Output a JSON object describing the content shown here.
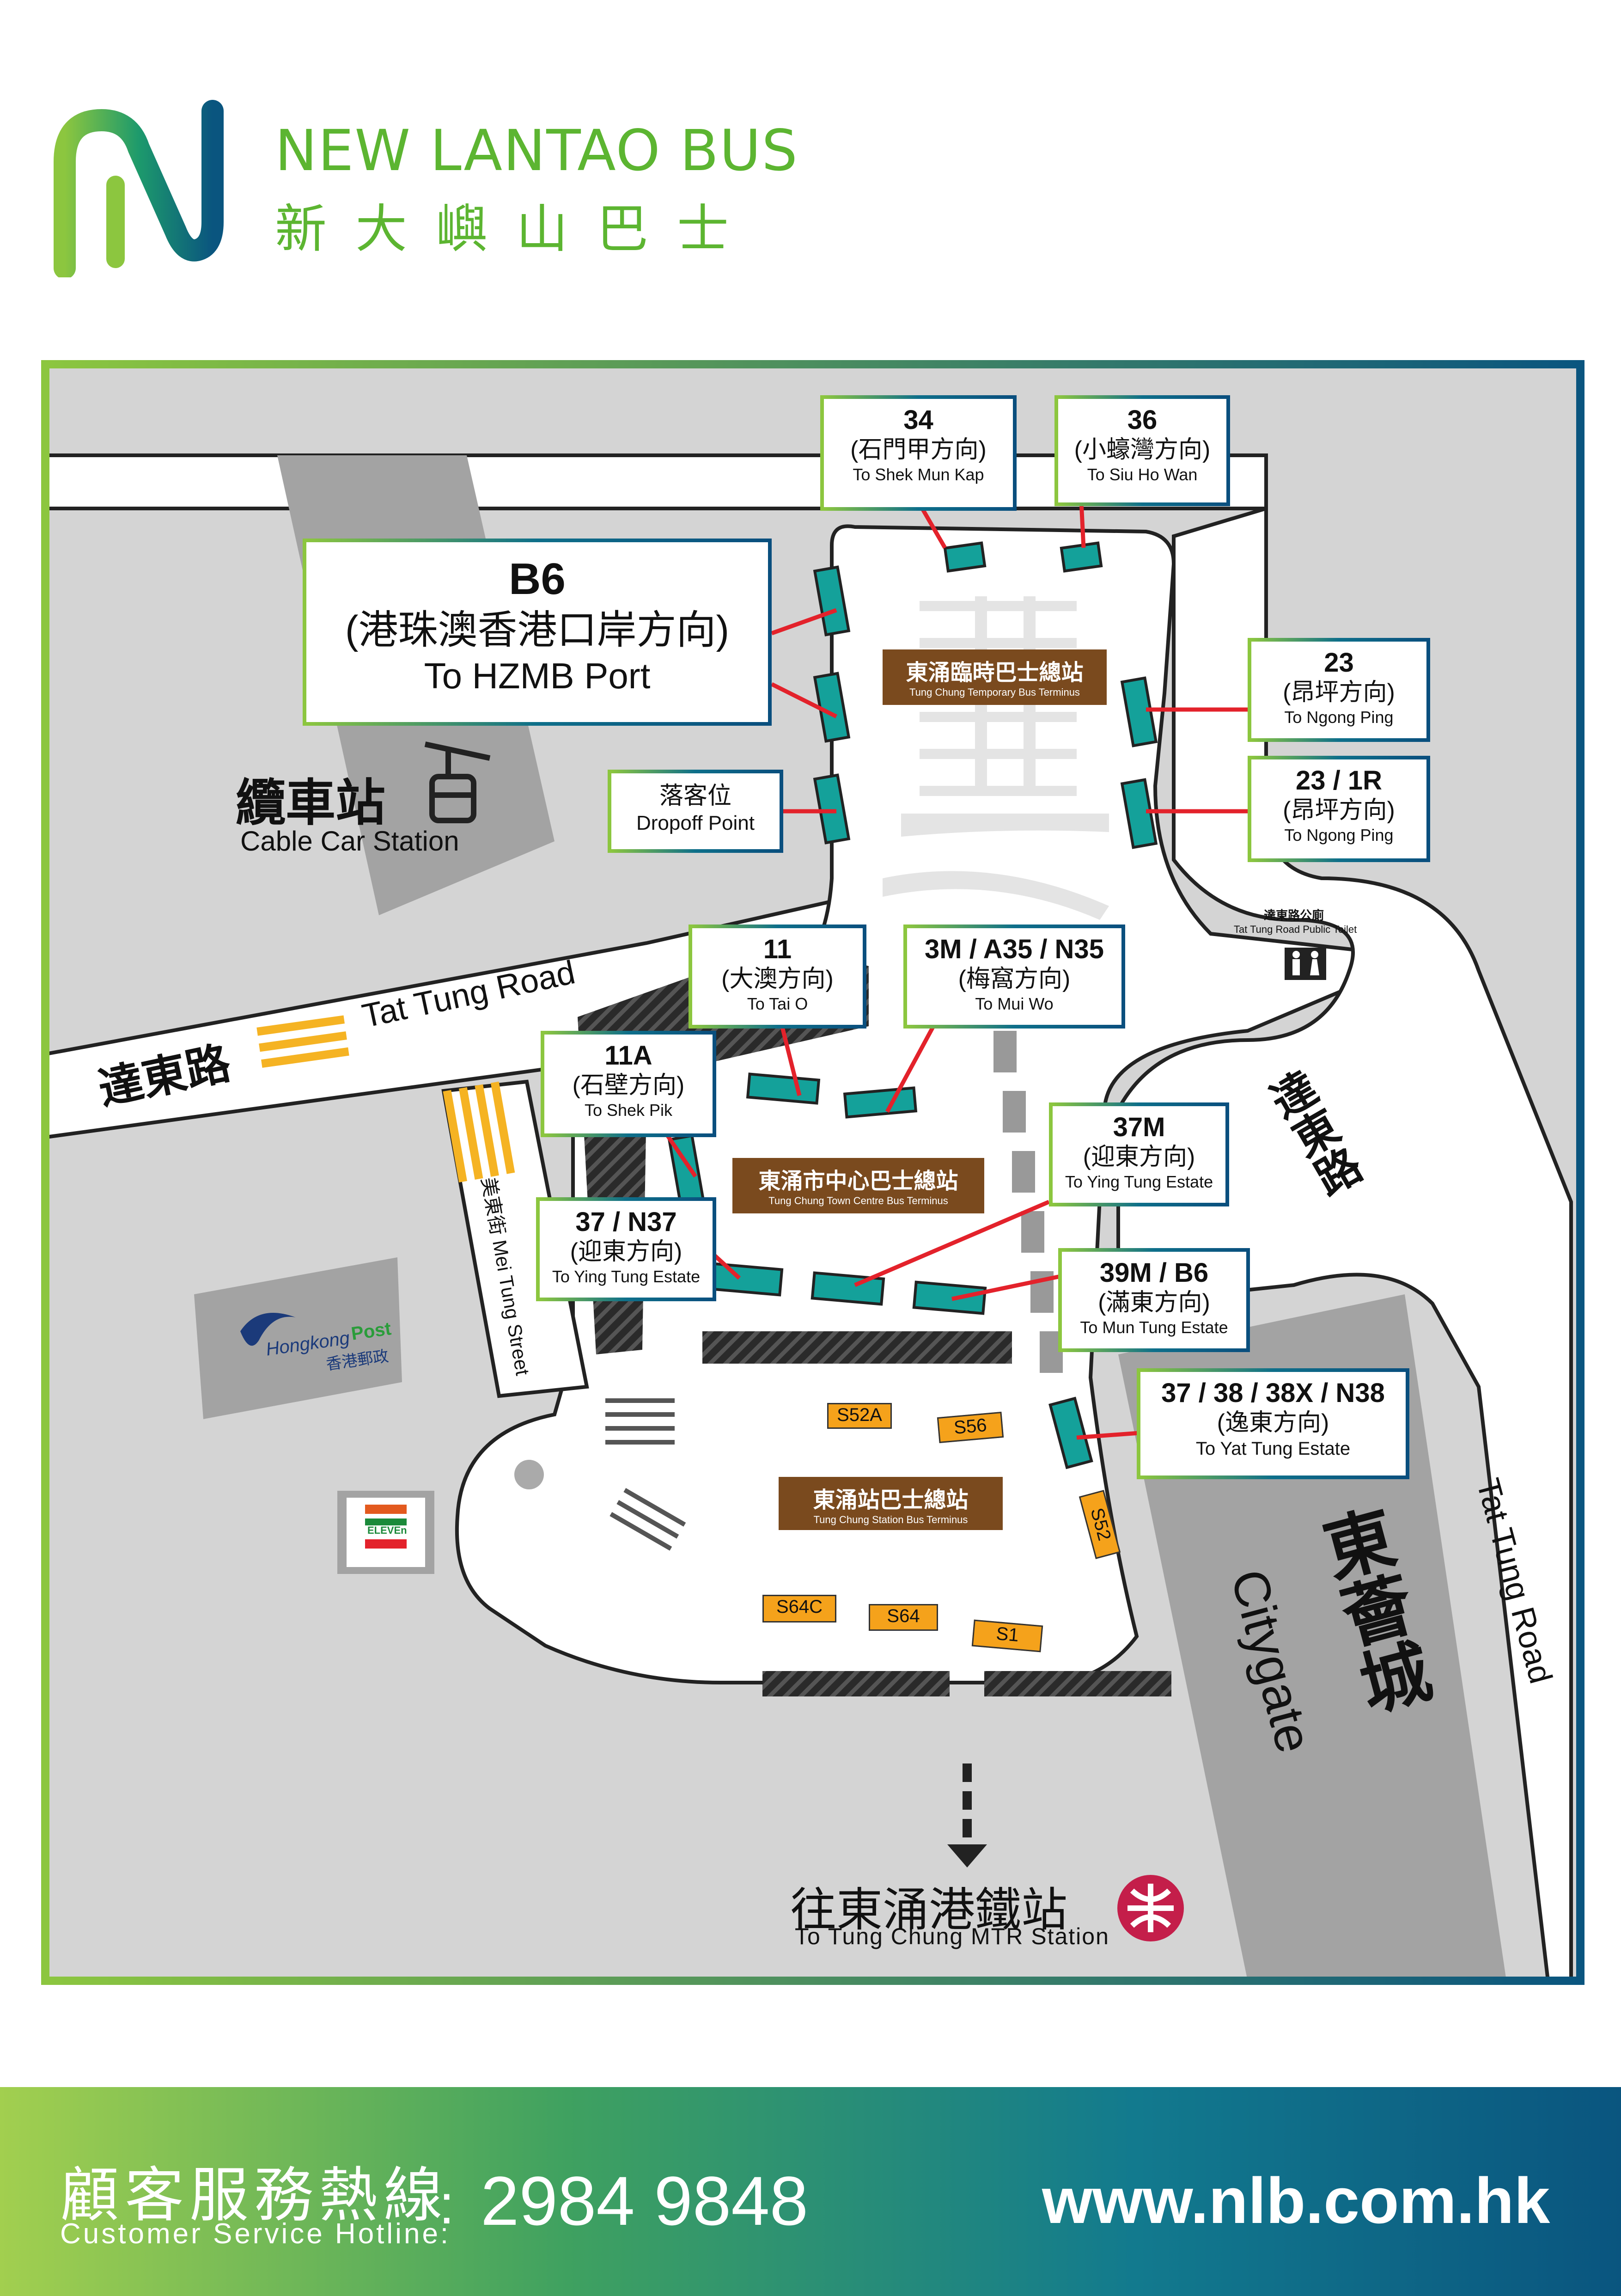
{
  "brand": {
    "name_en": "NEW LANTAO BUS",
    "name_zh": "新大嶼山巴士"
  },
  "colors": {
    "brand_green": "#5cb531",
    "brand_blue": "#0a557f",
    "bay_teal": "#14a19a",
    "terminal_brown": "#7a4a1e",
    "stop_orange": "#f5a21b",
    "connector_red": "#e3222b",
    "road_gray": "#d4d4d4",
    "building_gray": "#a3a3a3"
  },
  "routes": {
    "r34": {
      "num": "34",
      "zh": "(石門甲方向)",
      "en": "To Shek Mun Kap"
    },
    "r36": {
      "num": "36",
      "zh": "(小蠔灣方向)",
      "en": "To Siu Ho Wan"
    },
    "b6": {
      "num": "B6",
      "zh": "(港珠澳香港口岸方向)",
      "en": "To HZMB Port"
    },
    "r23": {
      "num": "23",
      "zh": "(昂坪方向)",
      "en": "To Ngong Ping"
    },
    "r23_1r": {
      "num": "23 / 1R",
      "zh": "(昂坪方向)",
      "en": "To Ngong Ping"
    },
    "dropoff": {
      "zh": "落客位",
      "en": "Dropoff Point"
    },
    "r11": {
      "num": "11",
      "zh": "(大澳方向)",
      "en": "To Tai O"
    },
    "r3m": {
      "num": "3M / A35 / N35",
      "zh": "(梅窩方向)",
      "en": "To Mui Wo"
    },
    "r11a": {
      "num": "11A",
      "zh": "(石壁方向)",
      "en": "To Shek Pik"
    },
    "r37m": {
      "num": "37M",
      "zh": "(迎東方向)",
      "en": "To Ying Tung Estate"
    },
    "r37_n37": {
      "num": "37 / N37",
      "zh": "(迎東方向)",
      "en": "To Ying Tung Estate"
    },
    "r39m_b6": {
      "num": "39M / B6",
      "zh": "(滿東方向)",
      "en": "To Mun Tung Estate"
    },
    "r37_38": {
      "num": "37 / 38 / 38X / N38",
      "zh": "(逸東方向)",
      "en": "To Yat Tung Estate"
    }
  },
  "terminals": {
    "temporary": {
      "zh": "東涌臨時巴士總站",
      "en": "Tung Chung Temporary Bus Terminus"
    },
    "town_centre": {
      "zh": "東涌市中心巴士總站",
      "en": "Tung Chung Town Centre Bus Terminus"
    },
    "station": {
      "zh": "東涌站巴士總站",
      "en": "Tung Chung Station Bus Terminus"
    }
  },
  "stops": {
    "s52a": "S52A",
    "s56": "S56",
    "s52": "S52",
    "s64c": "S64C",
    "s64": "S64",
    "s1": "S1"
  },
  "places": {
    "cable_car": {
      "zh": "纜車站",
      "en": "Cable Car Station"
    },
    "toilet": {
      "zh": "達東路公廁",
      "en": "Tat Tung Road Public Toilet"
    },
    "tat_tung_road_zh": "達東路",
    "tat_tung_road_en": "Tat Tung Road",
    "tat_tung_road_zh_right": "達東路",
    "tat_tung_road_en_right": "Tat Tung Road",
    "mei_tung_street": "美東街 Mei Tung Street",
    "citygate_zh": "東薈城",
    "citygate_en": "Citygate",
    "hongkong_post_a": "Hongkong",
    "hongkong_post_b": "Post",
    "hongkong_post_zh": "香港郵政",
    "seven_eleven": "ELEVEn",
    "mtr_zh": "往東涌港鐵站",
    "mtr_en": "To Tung Chung MTR Station"
  },
  "footer": {
    "hotline_zh": "顧客服務熱線",
    "hotline_en": "Customer Service Hotline:",
    "colon": ":",
    "phone": "2984 9848",
    "website": "www.nlb.com.hk"
  }
}
